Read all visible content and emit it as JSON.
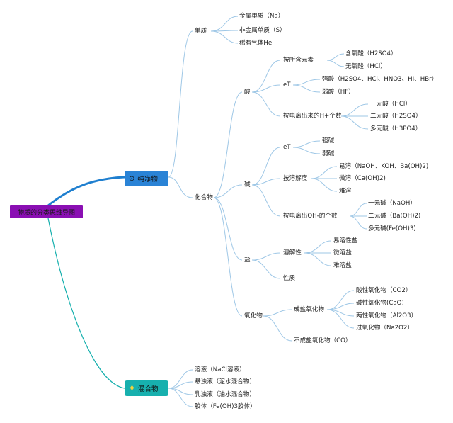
{
  "root": "物质的分类思维导图",
  "pure": {
    "label": "纯净物",
    "icon": "compass-icon",
    "simple": {
      "label": "单质",
      "items": [
        "金属单质（Na）",
        "非金属单质（S）",
        "稀有气体He"
      ]
    },
    "compound": {
      "label": "化合物",
      "acid": {
        "label": "酸",
        "by_element": {
          "label": "按所含元素",
          "items": [
            "含氧酸（H2SO4）",
            "无氧酸（HCl）"
          ]
        },
        "et": {
          "label": "eT",
          "items": [
            "强酸（H2SO4、HCl、HNO3、HI、HBr）",
            "弱酸（HF）"
          ]
        },
        "by_h": {
          "label": "按电离出来的H+个数",
          "items": [
            "一元酸（HCl）",
            "二元酸（H2SO4）",
            "多元酸（H3PO4）"
          ]
        }
      },
      "base": {
        "label": "碱",
        "et": {
          "label": "eT",
          "items": [
            "强碱",
            "弱碱"
          ]
        },
        "solubility": {
          "label": "按溶解度",
          "items": [
            "易溶（NaOH、KOH、Ba(OH)2)",
            "微溶（Ca(OH)2)",
            "难溶"
          ]
        },
        "by_oh": {
          "label": "按电离出OH-的个数",
          "items": [
            "一元碱（NaOH）",
            "二元碱（Ba(OH)2)",
            "多元碱(Fe(OH)3)"
          ]
        }
      },
      "salt": {
        "label": "盐",
        "solubility": {
          "label": "溶解性",
          "items": [
            "易溶性盐",
            "微溶盐",
            "难溶盐"
          ]
        },
        "property": {
          "label": "性质"
        }
      },
      "oxide": {
        "label": "氧化物",
        "salt_forming": {
          "label": "成盐氧化物",
          "items": [
            "酸性氧化物（CO2）",
            "碱性氧化物(CaO)",
            "两性氧化物（Al2O3）",
            "过氧化物（Na2O2）"
          ]
        },
        "non_salt": {
          "label": "不成盐氧化物（CO）"
        }
      }
    }
  },
  "mixture": {
    "label": "混合物",
    "icon": "gem-icon",
    "items": [
      "溶液（NaCl溶液）",
      "悬浊液（泥水混合物）",
      "乳浊液（油水混合物）",
      "胶体（Fe(OH)3胶体）"
    ]
  },
  "colors": {
    "root": "#8a0fb3",
    "pure": "#2a83d6",
    "mixture": "#17b0ae",
    "branch": "#1f7fcf",
    "line": "#9ec7e6"
  }
}
